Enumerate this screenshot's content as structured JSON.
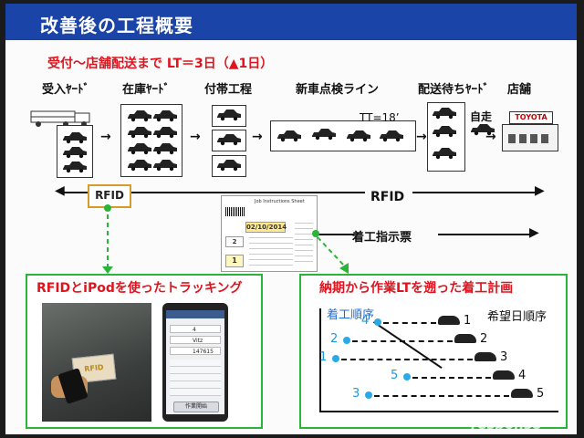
{
  "title": "改善後の工程概要",
  "subtitle": "受付～店舗配送まで LT＝3日（▲1日）",
  "stages": [
    "受入ﾔｰﾄﾞ",
    "在庫ﾔｰﾄﾞ",
    "付帯工程",
    "新車点検ライン",
    "配送待ちﾔｰﾄﾞ",
    "店舗"
  ],
  "tt": "TT=18’",
  "jisou": "自走",
  "store_sign": "TOYOTA",
  "rfid_tag": "RFID",
  "rfid_line": "RFID",
  "chakko": "着工指示票",
  "sheet": {
    "heading": "Job Instructions Sheet",
    "date": "02/10/2014",
    "num1": "2",
    "num2": "1"
  },
  "left_panel": {
    "title": "RFIDとiPodを使ったトラッキング",
    "phone_values": [
      "4",
      "Vitz",
      "147615"
    ],
    "phone_button": "作業開始"
  },
  "right_panel": {
    "title": "納期から作業LTを遡った着工計画",
    "col1": "着工順序",
    "col2": "希望日順序",
    "rows": [
      {
        "start": "4",
        "end": "1"
      },
      {
        "start": "2",
        "end": "2"
      },
      {
        "start": "1",
        "end": "3"
      },
      {
        "start": "5",
        "end": "4"
      },
      {
        "start": "3",
        "end": "5"
      }
    ]
  },
  "watermark": "response",
  "colors": {
    "band": "#1a44a8",
    "panel_border": "#2ab53a",
    "red": "#e0141e",
    "blue": "#1a9ae0"
  }
}
